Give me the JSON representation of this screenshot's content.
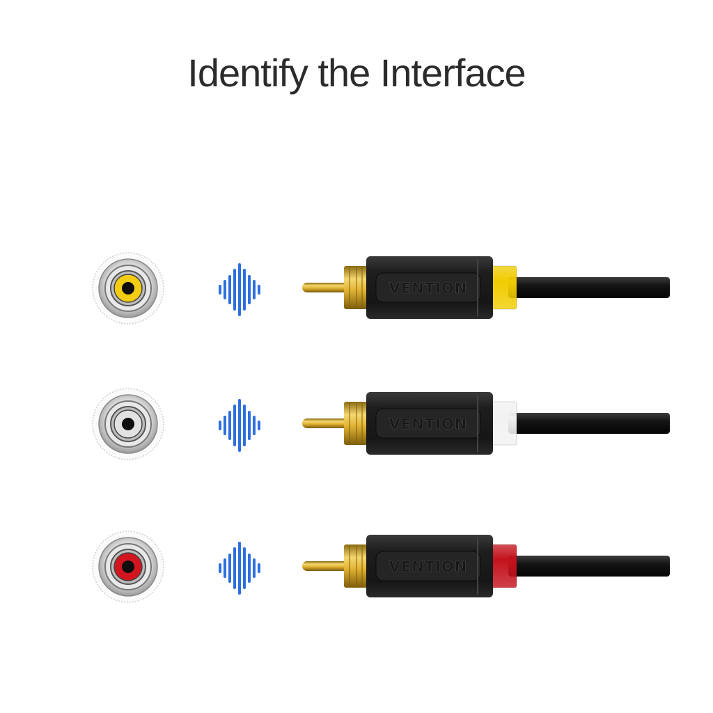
{
  "title": "Identify the Interface",
  "connectors": [
    {
      "color_name": "yellow",
      "color": "#f0cc00",
      "insert_color": "#f2cd12",
      "brand": "VENTION"
    },
    {
      "color_name": "white",
      "color": "#f2f2f2",
      "insert_color": "#e2e2e2",
      "brand": "VENTION"
    },
    {
      "color_name": "red",
      "color": "#c4121c",
      "insert_color": "#d3151f",
      "brand": "VENTION"
    }
  ],
  "icons": {
    "socket": "rca-socket-icon",
    "wave": "sound-wave-icon",
    "plug": "rca-plug-icon"
  },
  "accent": "#2f6fe0"
}
